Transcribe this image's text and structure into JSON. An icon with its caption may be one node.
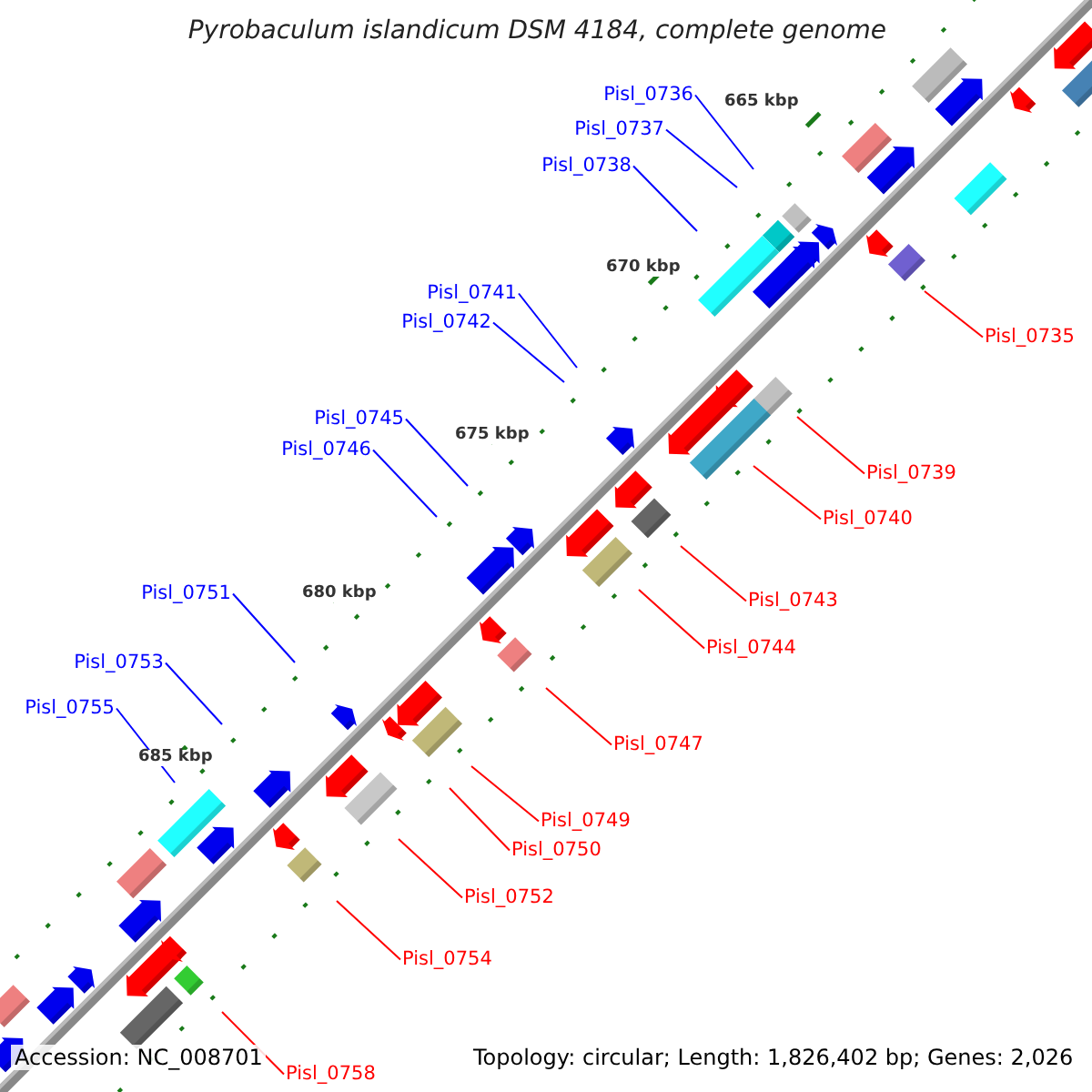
{
  "diagram": {
    "title": "Pyrobaculum islandicum DSM 4184, complete genome",
    "nodes": [
      {
        "text": [
          "Pisl_0736"
        ]
      },
      {
        "text": [
          "Pisl_0737"
        ]
      },
      {
        "text": [
          "Pisl_0738"
        ]
      },
      {
        "text": [
          "Pisl_0741"
        ]
      },
      {
        "text": [
          "Pisl_0742"
        ]
      },
      {
        "text": [
          "Pisl_0735"
        ]
      },
      {
        "text": [
          "Pisl_0745"
        ]
      },
      {
        "text": [
          "Pisl_0746"
        ]
      },
      {
        "text": [
          "Pisl_0739"
        ]
      },
      {
        "text": [
          "Pisl_0740"
        ]
      },
      {
        "text": [
          "Pisl_0751"
        ]
      },
      {
        "text": [
          "Pisl_0743"
        ]
      },
      {
        "text": [
          "Pisl_0744"
        ]
      },
      {
        "text": [
          "Pisl_0753"
        ]
      },
      {
        "text": [
          "Pisl_0755"
        ]
      },
      {
        "text": [
          "Pisl_0747"
        ]
      },
      {
        "text": [
          "Pisl_0749"
        ]
      },
      {
        "text": [
          "Pisl_0750"
        ]
      },
      {
        "text": [
          "Pisl_0752"
        ]
      },
      {
        "text": [
          "Pisl_0754"
        ]
      },
      {
        "text": [
          "Pisl_0758"
        ]
      }
    ],
    "edges": [
      {
        "from": 0,
        "to": null,
        "arrow": "none",
        "color": "#0000ff"
      },
      {
        "from": 1,
        "to": null,
        "arrow": "none",
        "color": "#0000ff"
      },
      {
        "from": 2,
        "to": null,
        "arrow": "none",
        "color": "#0000ff"
      },
      {
        "from": 3,
        "to": null,
        "arrow": "none",
        "color": "#0000ff"
      },
      {
        "from": 4,
        "to": null,
        "arrow": "none",
        "color": "#0000ff"
      },
      {
        "from": 5,
        "to": null,
        "arrow": "none"
      },
      {
        "from": 6,
        "to": null,
        "arrow": "none",
        "color": "#0000ff"
      },
      {
        "from": 7,
        "to": null,
        "arrow": "none",
        "color": "#0000ff"
      },
      {
        "from": 8,
        "to": null,
        "arrow": "none"
      },
      {
        "from": 9,
        "to": null,
        "arrow": "none"
      },
      {
        "from": 10,
        "to": null,
        "arrow": "none",
        "color": "#0000ff"
      },
      {
        "from": 11,
        "to": null,
        "arrow": "none"
      },
      {
        "from": 12,
        "to": null,
        "arrow": "none"
      },
      {
        "from": 13,
        "to": null,
        "arrow": "none",
        "color": "#0000ff"
      },
      {
        "from": 14,
        "to": null,
        "arrow": "none",
        "color": "#0000ff"
      },
      {
        "from": 15,
        "to": null,
        "arrow": "none"
      },
      {
        "from": 16,
        "to": null,
        "arrow": "none"
      },
      {
        "from": 17,
        "to": null,
        "arrow": "none"
      },
      {
        "from": 18,
        "to": null,
        "arrow": "none"
      },
      {
        "from": 19,
        "to": null,
        "arrow": "none"
      },
      {
        "from": 20,
        "to": null,
        "arrow": "none"
      }
    ],
    "labels": [
      "665 kbp",
      "670 kbp",
      "675 kbp",
      "680 kbp",
      "685 kbp",
      "Accession: NC_008701",
      "Topology: circular; Length: 1,826,402 bp; Genes: 2,026"
    ]
  }
}
